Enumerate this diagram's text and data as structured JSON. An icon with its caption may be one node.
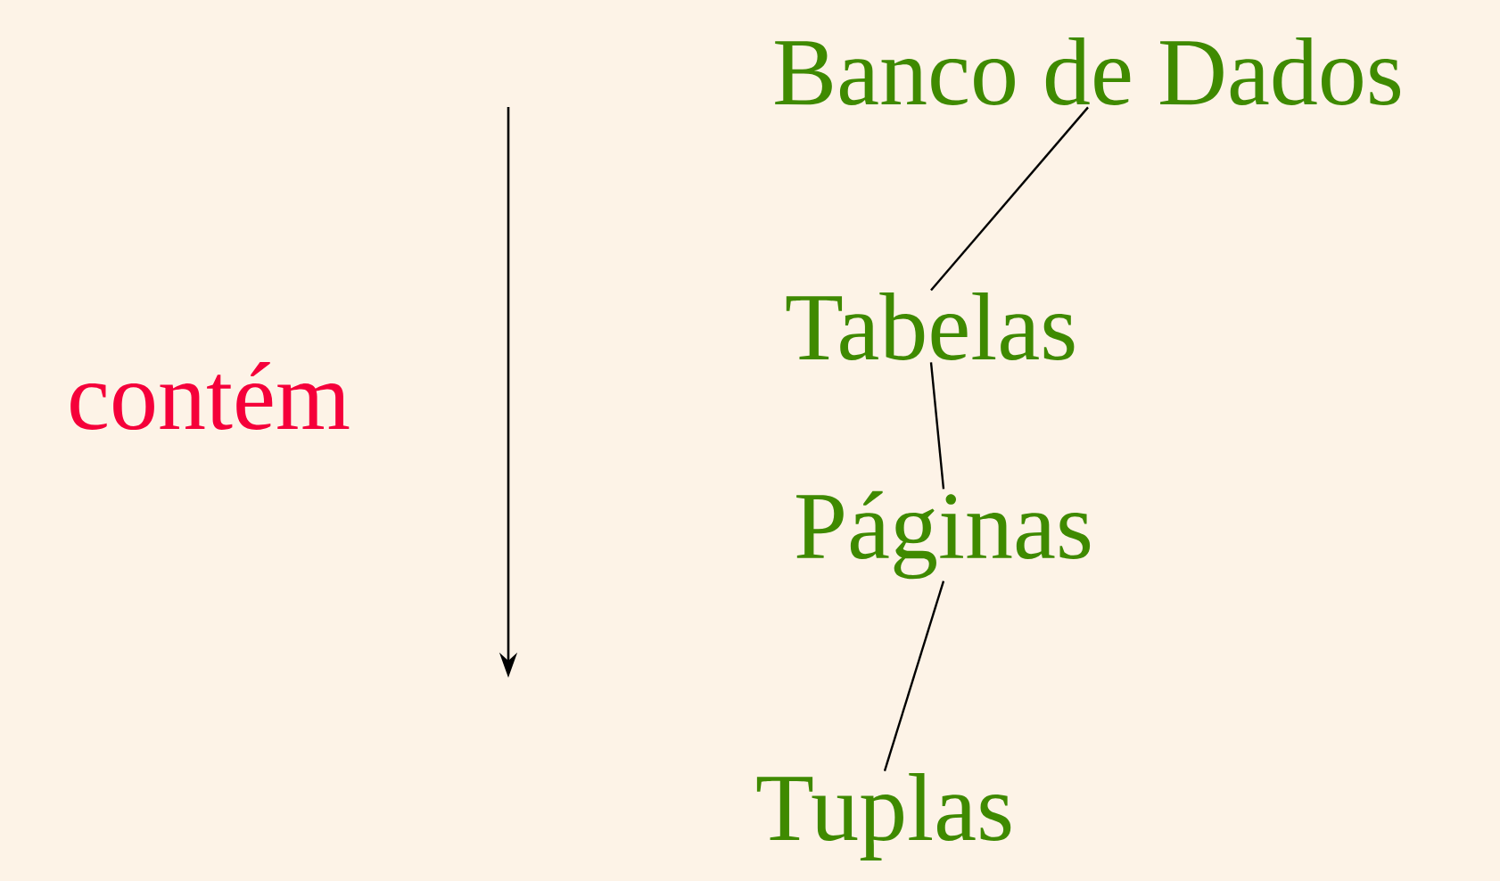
{
  "diagram": {
    "nodes": [
      {
        "text": [
          "Banco de Dados"
        ]
      },
      {
        "text": [
          "Tabelas"
        ]
      },
      {
        "text": [
          "Páginas"
        ]
      },
      {
        "text": [
          "Tuplas"
        ]
      }
    ],
    "edges": [
      {
        "from": 0,
        "to": 1,
        "arrow": "none"
      },
      {
        "from": 1,
        "to": 2,
        "arrow": "none"
      },
      {
        "from": 2,
        "to": 3,
        "arrow": "none"
      }
    ],
    "labels": [
      "contém"
    ]
  }
}
